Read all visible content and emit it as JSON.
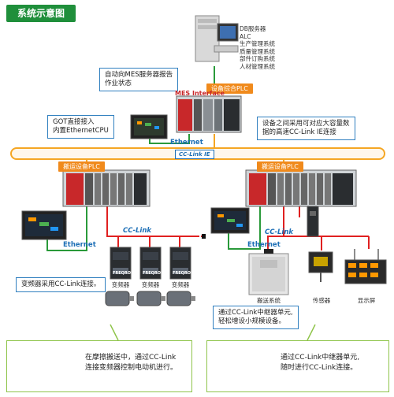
{
  "title": "系统示意图",
  "server": {
    "lines": [
      "DB服务器",
      "ALC",
      "生产管理系统",
      "质量管理系统",
      "部件订购系统",
      "人材管理系统"
    ]
  },
  "callouts": {
    "mes_report": [
      "自动向MES服务器报告",
      "作业状态"
    ],
    "got_direct": [
      "GOT直接接入",
      "内置EthernetCPU"
    ],
    "cc_link_ie": [
      "设备之间采用可对应大容量数",
      "据的高速CC-Link IE连接"
    ],
    "inverter": "变频器采用CC-Link连接。",
    "repeater": [
      "通过CC-Link中继器单元,",
      "轻松增设小规模设备。"
    ]
  },
  "tags": {
    "integrated_plc": "设备综合PLC",
    "transport_plc_left": "搬运设备PLC",
    "transport_plc_right": "搬运设备PLC"
  },
  "mes_logo": "MES Interface",
  "networks": {
    "ethernet_top": "Ethernet",
    "ethernet_left": "Ethernet",
    "ethernet_right": "Ethernet",
    "cc_link_ie_badge": "CC-Link IE",
    "cc_link_left": "CC-Link",
    "cc_link_right": "CC-Link"
  },
  "devices": {
    "inverter_labels": [
      "变频器",
      "变频器",
      "变频器"
    ],
    "inverter_brand": "FREQROL",
    "conveyor": "搬送系统",
    "sensor": "传感器",
    "display": "显示屏"
  },
  "bottom": {
    "left": [
      "在摩擦搬送中，通过CC-Link",
      "连接变频器控制电动机进行。"
    ],
    "right": [
      "通过CC-Link中继器单元,",
      "随时进行CC-Link连接。"
    ]
  },
  "colors": {
    "title_bg": "#1f8f3b",
    "tag_bg": "#f08a1c",
    "cc_link_line": "#e02020",
    "network_line": "#f5a623",
    "ethernet_line": "#2a9a3a",
    "accent_blue": "#1d6fb6"
  }
}
